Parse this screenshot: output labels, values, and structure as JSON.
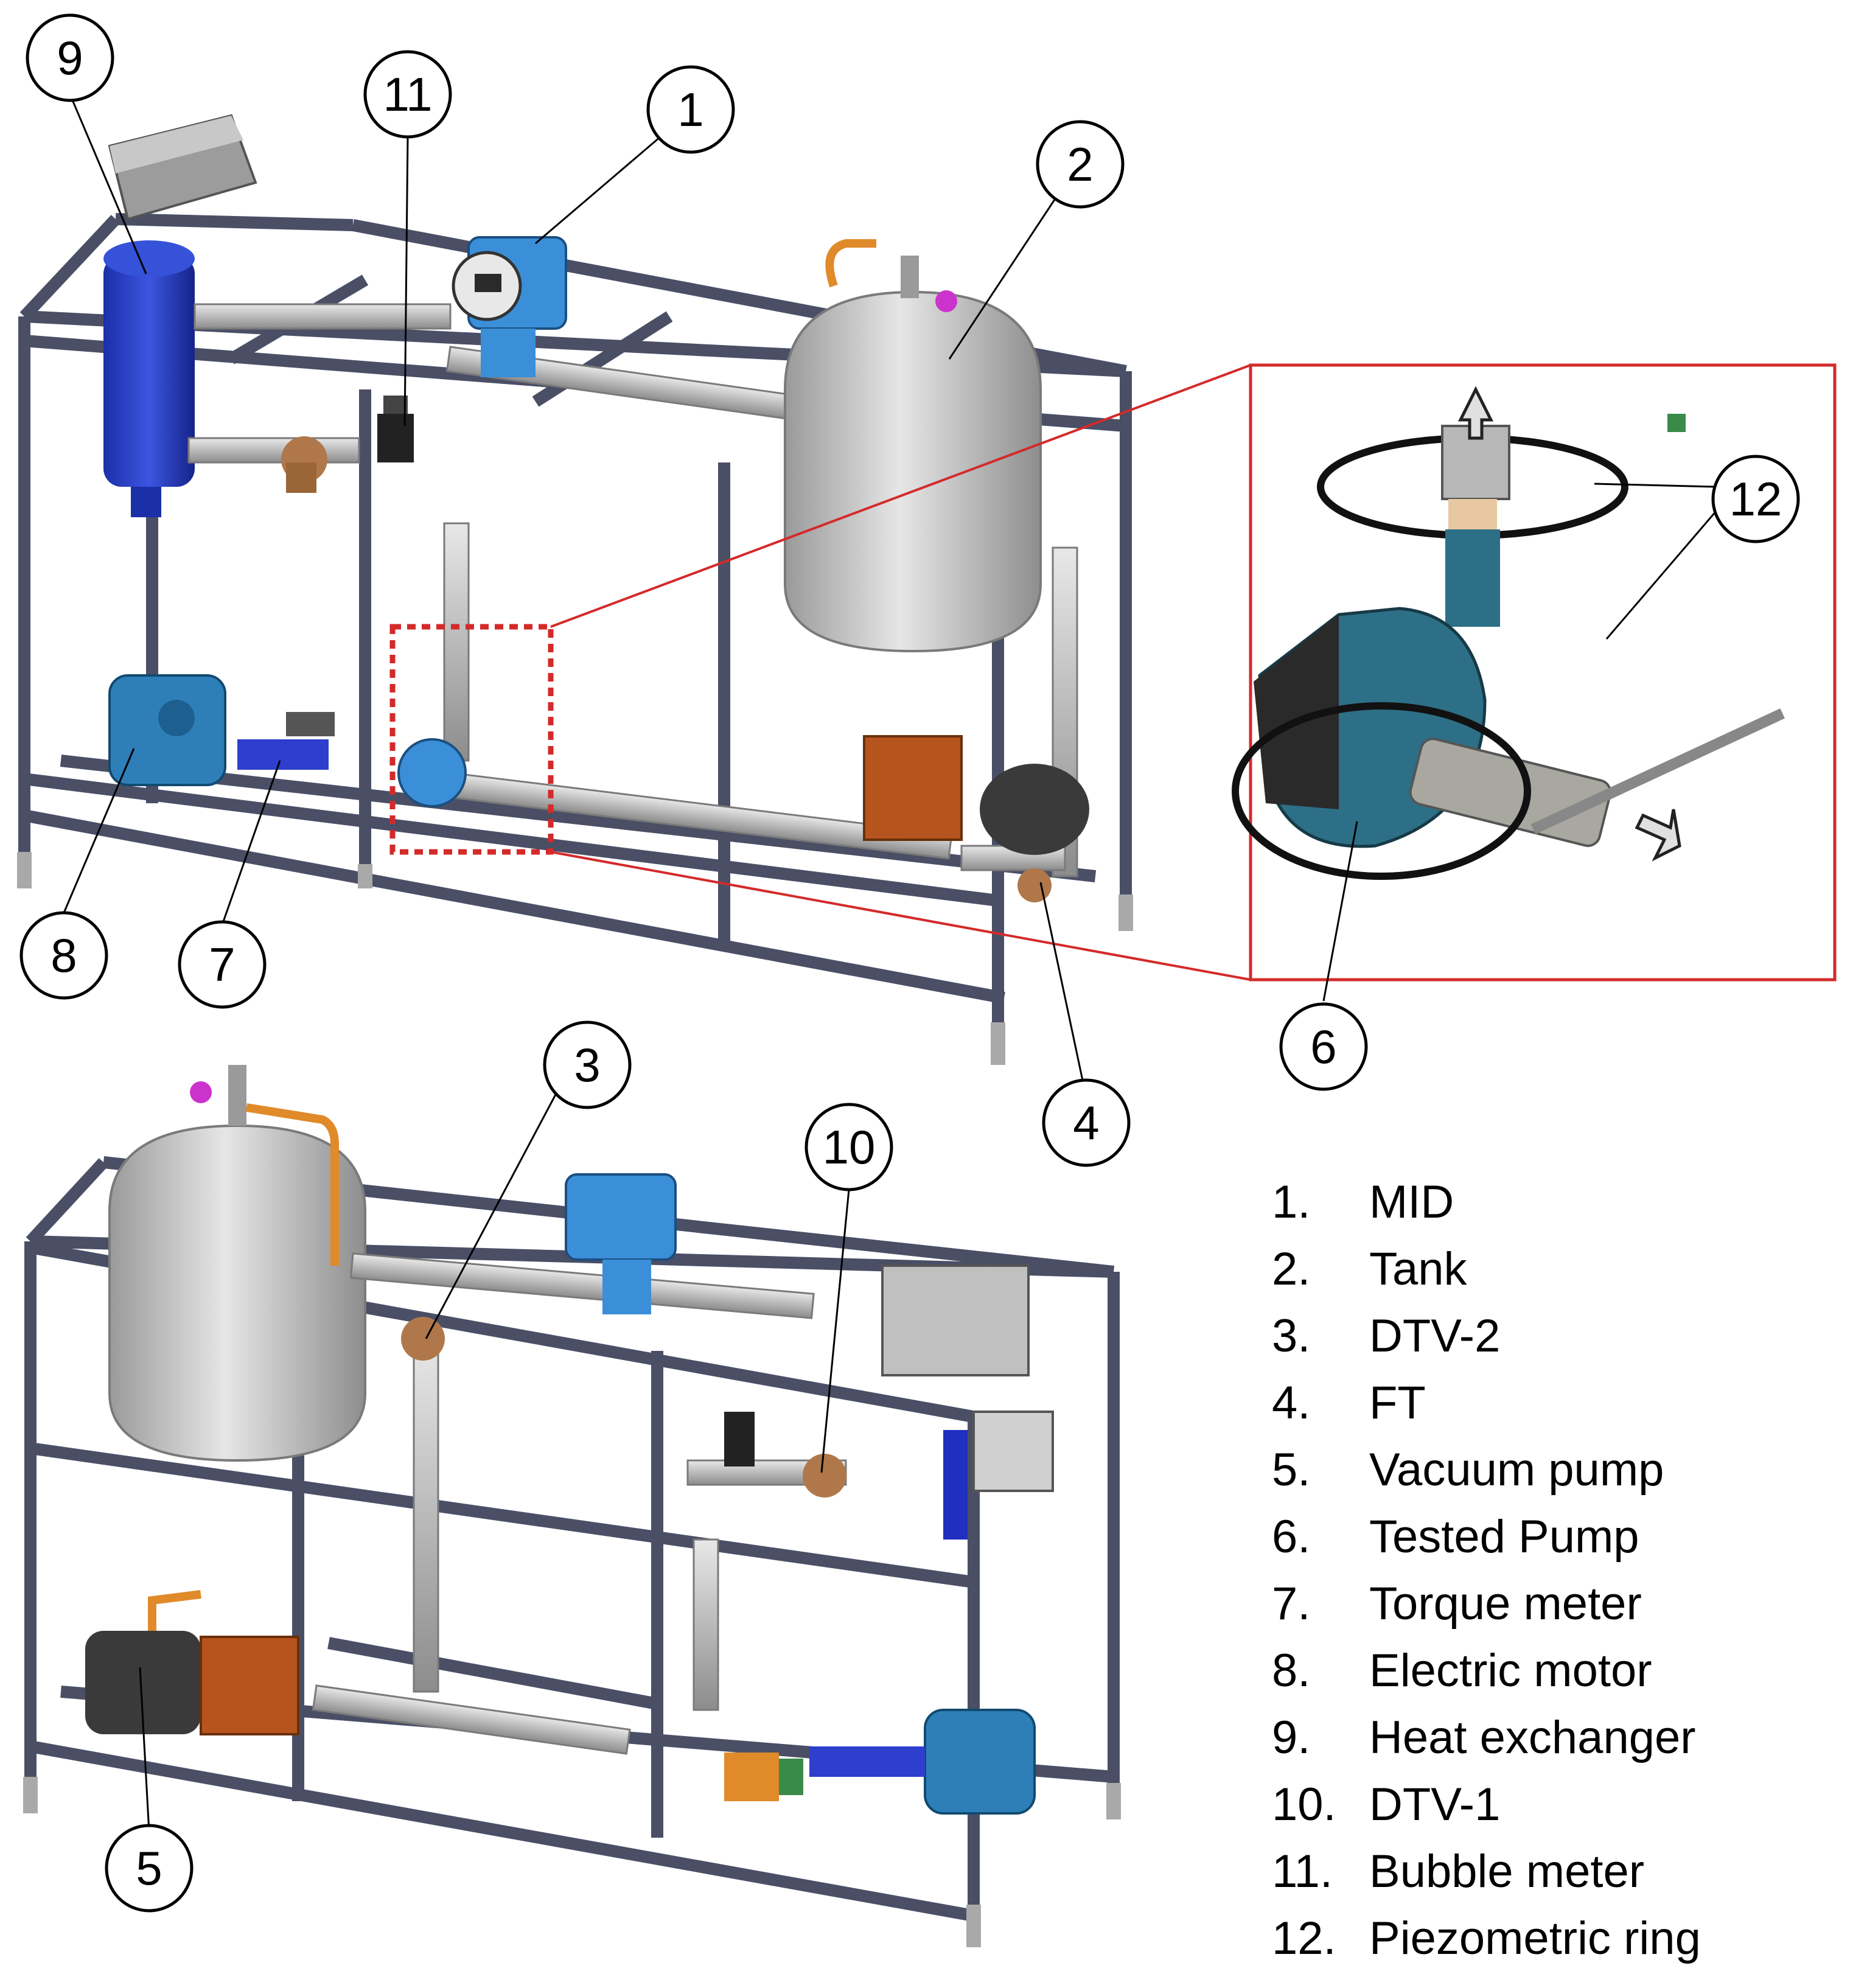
{
  "callouts": {
    "c1": "1",
    "c2": "2",
    "c3": "3",
    "c4": "4",
    "c5": "5",
    "c6": "6",
    "c7": "7",
    "c8": "8",
    "c9": "9",
    "c10": "10",
    "c11": "11",
    "c12": "12"
  },
  "legend": [
    {
      "num": "1.",
      "label": "MID"
    },
    {
      "num": "2.",
      "label": "Tank"
    },
    {
      "num": "3.",
      "label": "DTV-2"
    },
    {
      "num": "4.",
      "label": "FT"
    },
    {
      "num": "5.",
      "label": "Vacuum pump"
    },
    {
      "num": "6.",
      "label": "Tested Pump"
    },
    {
      "num": "7.",
      "label": "Torque meter"
    },
    {
      "num": "8.",
      "label": "Electric motor"
    },
    {
      "num": "9.",
      "label": "Heat exchanger"
    },
    {
      "num": "10.",
      "label": "DTV-1"
    },
    {
      "num": "11.",
      "label": "Bubble meter"
    },
    {
      "num": "12.",
      "label": "Piezometric ring"
    }
  ],
  "colors": {
    "frame": "#4a4f66",
    "tank": "#c9c9c9",
    "motor": "#2e7fb8",
    "mid": "#3b8fd8",
    "heat_exchanger": "#1f2fbf",
    "valve": "#b0784a",
    "highlight": "#d42a2a",
    "photo_pump": "#2d6f86"
  }
}
